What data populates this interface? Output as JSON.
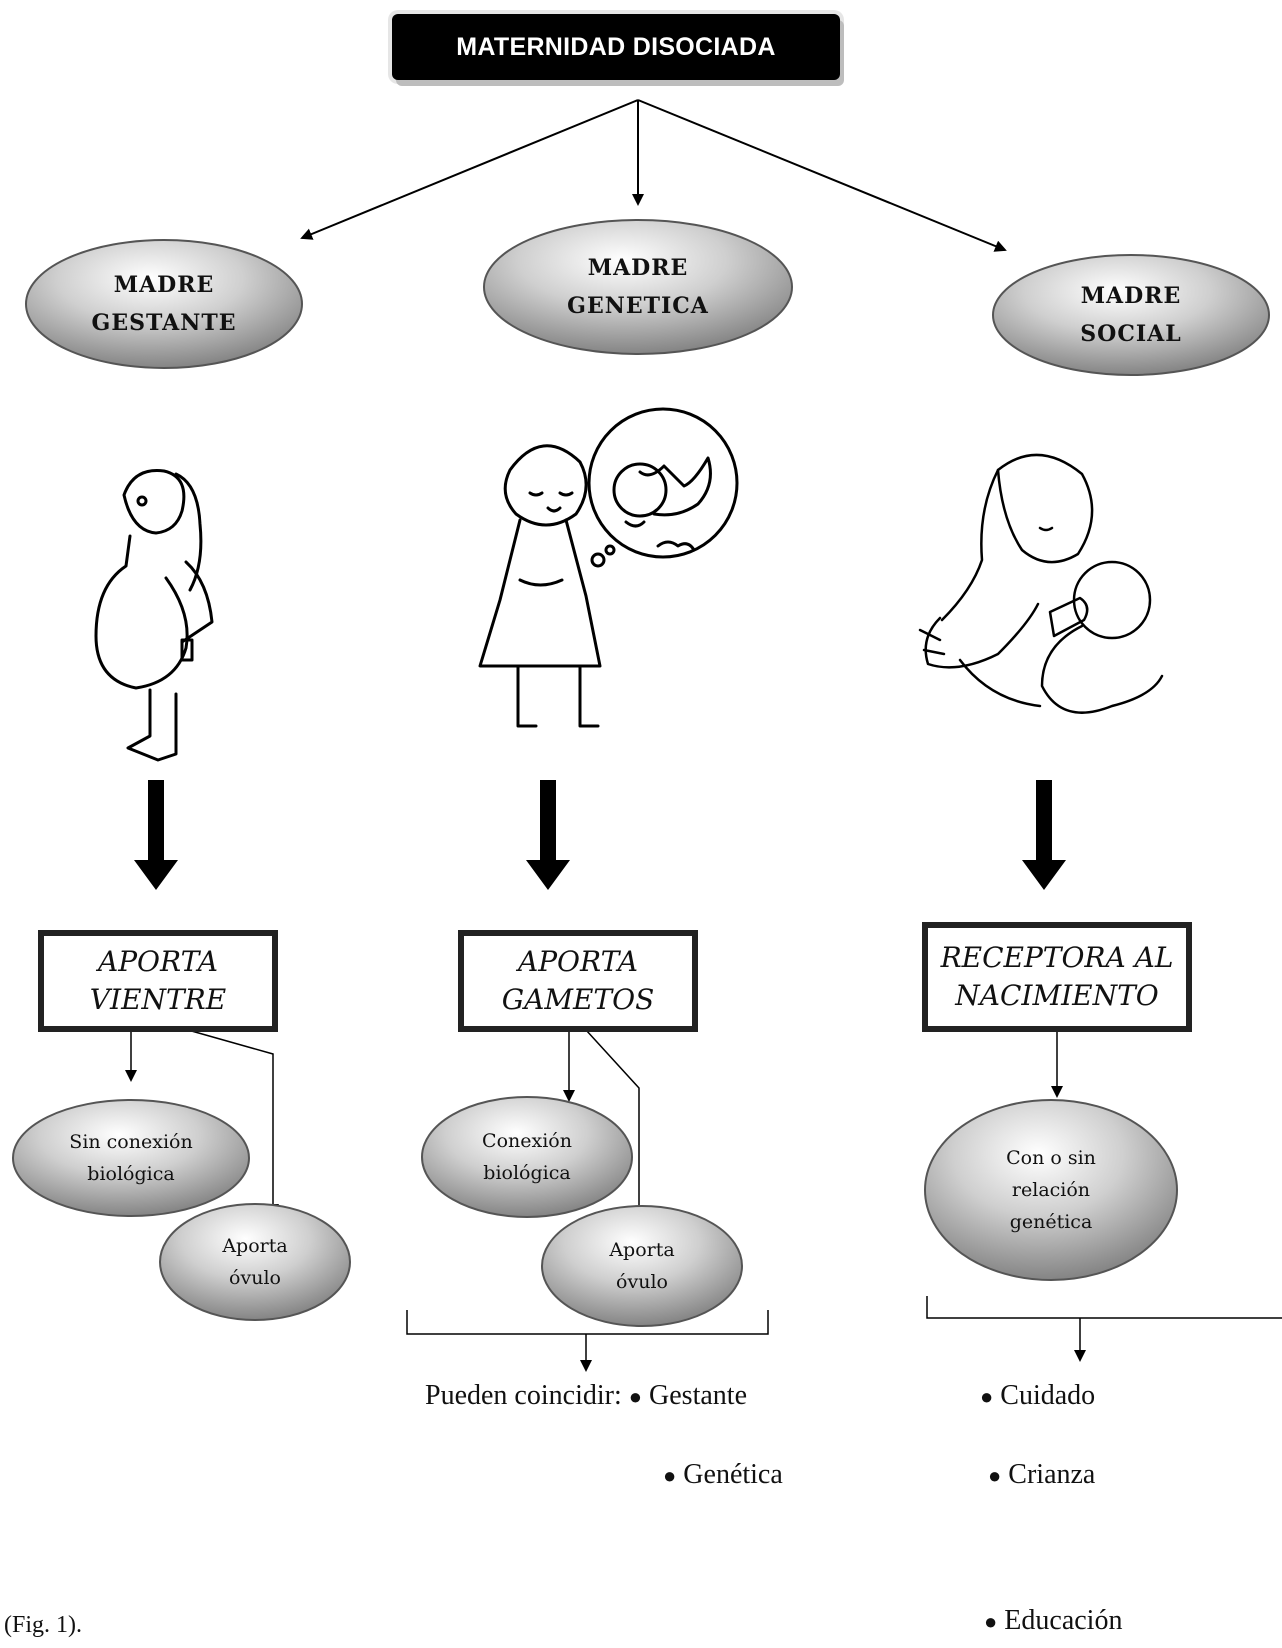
{
  "title": "MATERNIDAD DISOCIADA",
  "mothers": [
    {
      "line1": "MADRE",
      "line2": "GESTANTE",
      "role_line1": "APORTA",
      "role_line2": "VIENTRE"
    },
    {
      "line1": "MADRE",
      "line2": "GENETICA",
      "role_line1": "APORTA",
      "role_line2": "GAMETOS"
    },
    {
      "line1": "MADRE",
      "line2": "SOCIAL",
      "role_line1": "RECEPTORA AL",
      "role_line2": "NACIMIENTO"
    }
  ],
  "subnodes": {
    "gestante_a": [
      "Sin conexión",
      "biológica"
    ],
    "gestante_b": [
      "Aporta",
      "óvulo"
    ],
    "genetica_a": [
      "Conexión",
      "biológica"
    ],
    "genetica_b": [
      "Aporta",
      "óvulo"
    ],
    "social_a": [
      "Con o sin",
      "relación",
      "genética"
    ]
  },
  "coincide": {
    "prefix": "Pueden coincidir:",
    "items": [
      "Gestante",
      "Genética"
    ]
  },
  "social_roles": [
    "Cuidado",
    "Crianza",
    "Educación"
  ],
  "bullet": "●",
  "caption": "(Fig. 1).",
  "icons": [
    "pregnant-woman-icon",
    "dreaming-woman-stork-icon",
    "mother-feeding-baby-icon"
  ]
}
